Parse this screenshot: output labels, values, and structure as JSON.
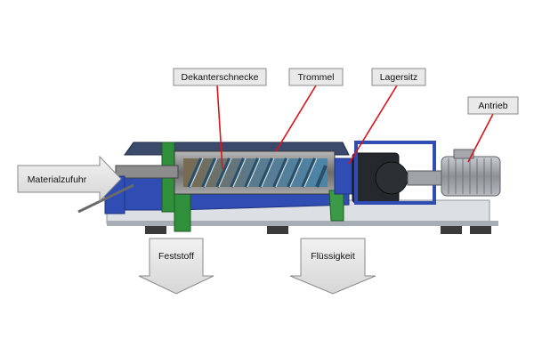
{
  "labels": {
    "material_inlet": "Materialzufuhr",
    "screw": "Dekanterschnecke",
    "drum": "Trommel",
    "bearing": "Lagersitz",
    "drive": "Antrieb",
    "solids": "Feststoff",
    "liquid": "Flüssigkeit"
  },
  "colors": {
    "callout_line": "#d9141c",
    "label_box_fill": "#e9e9e9",
    "label_box_border": "#8a8a8a",
    "frame_blue": "#2f4db2",
    "drum_green": "#2f8f3a",
    "motor_grey": "#8d9196"
  }
}
